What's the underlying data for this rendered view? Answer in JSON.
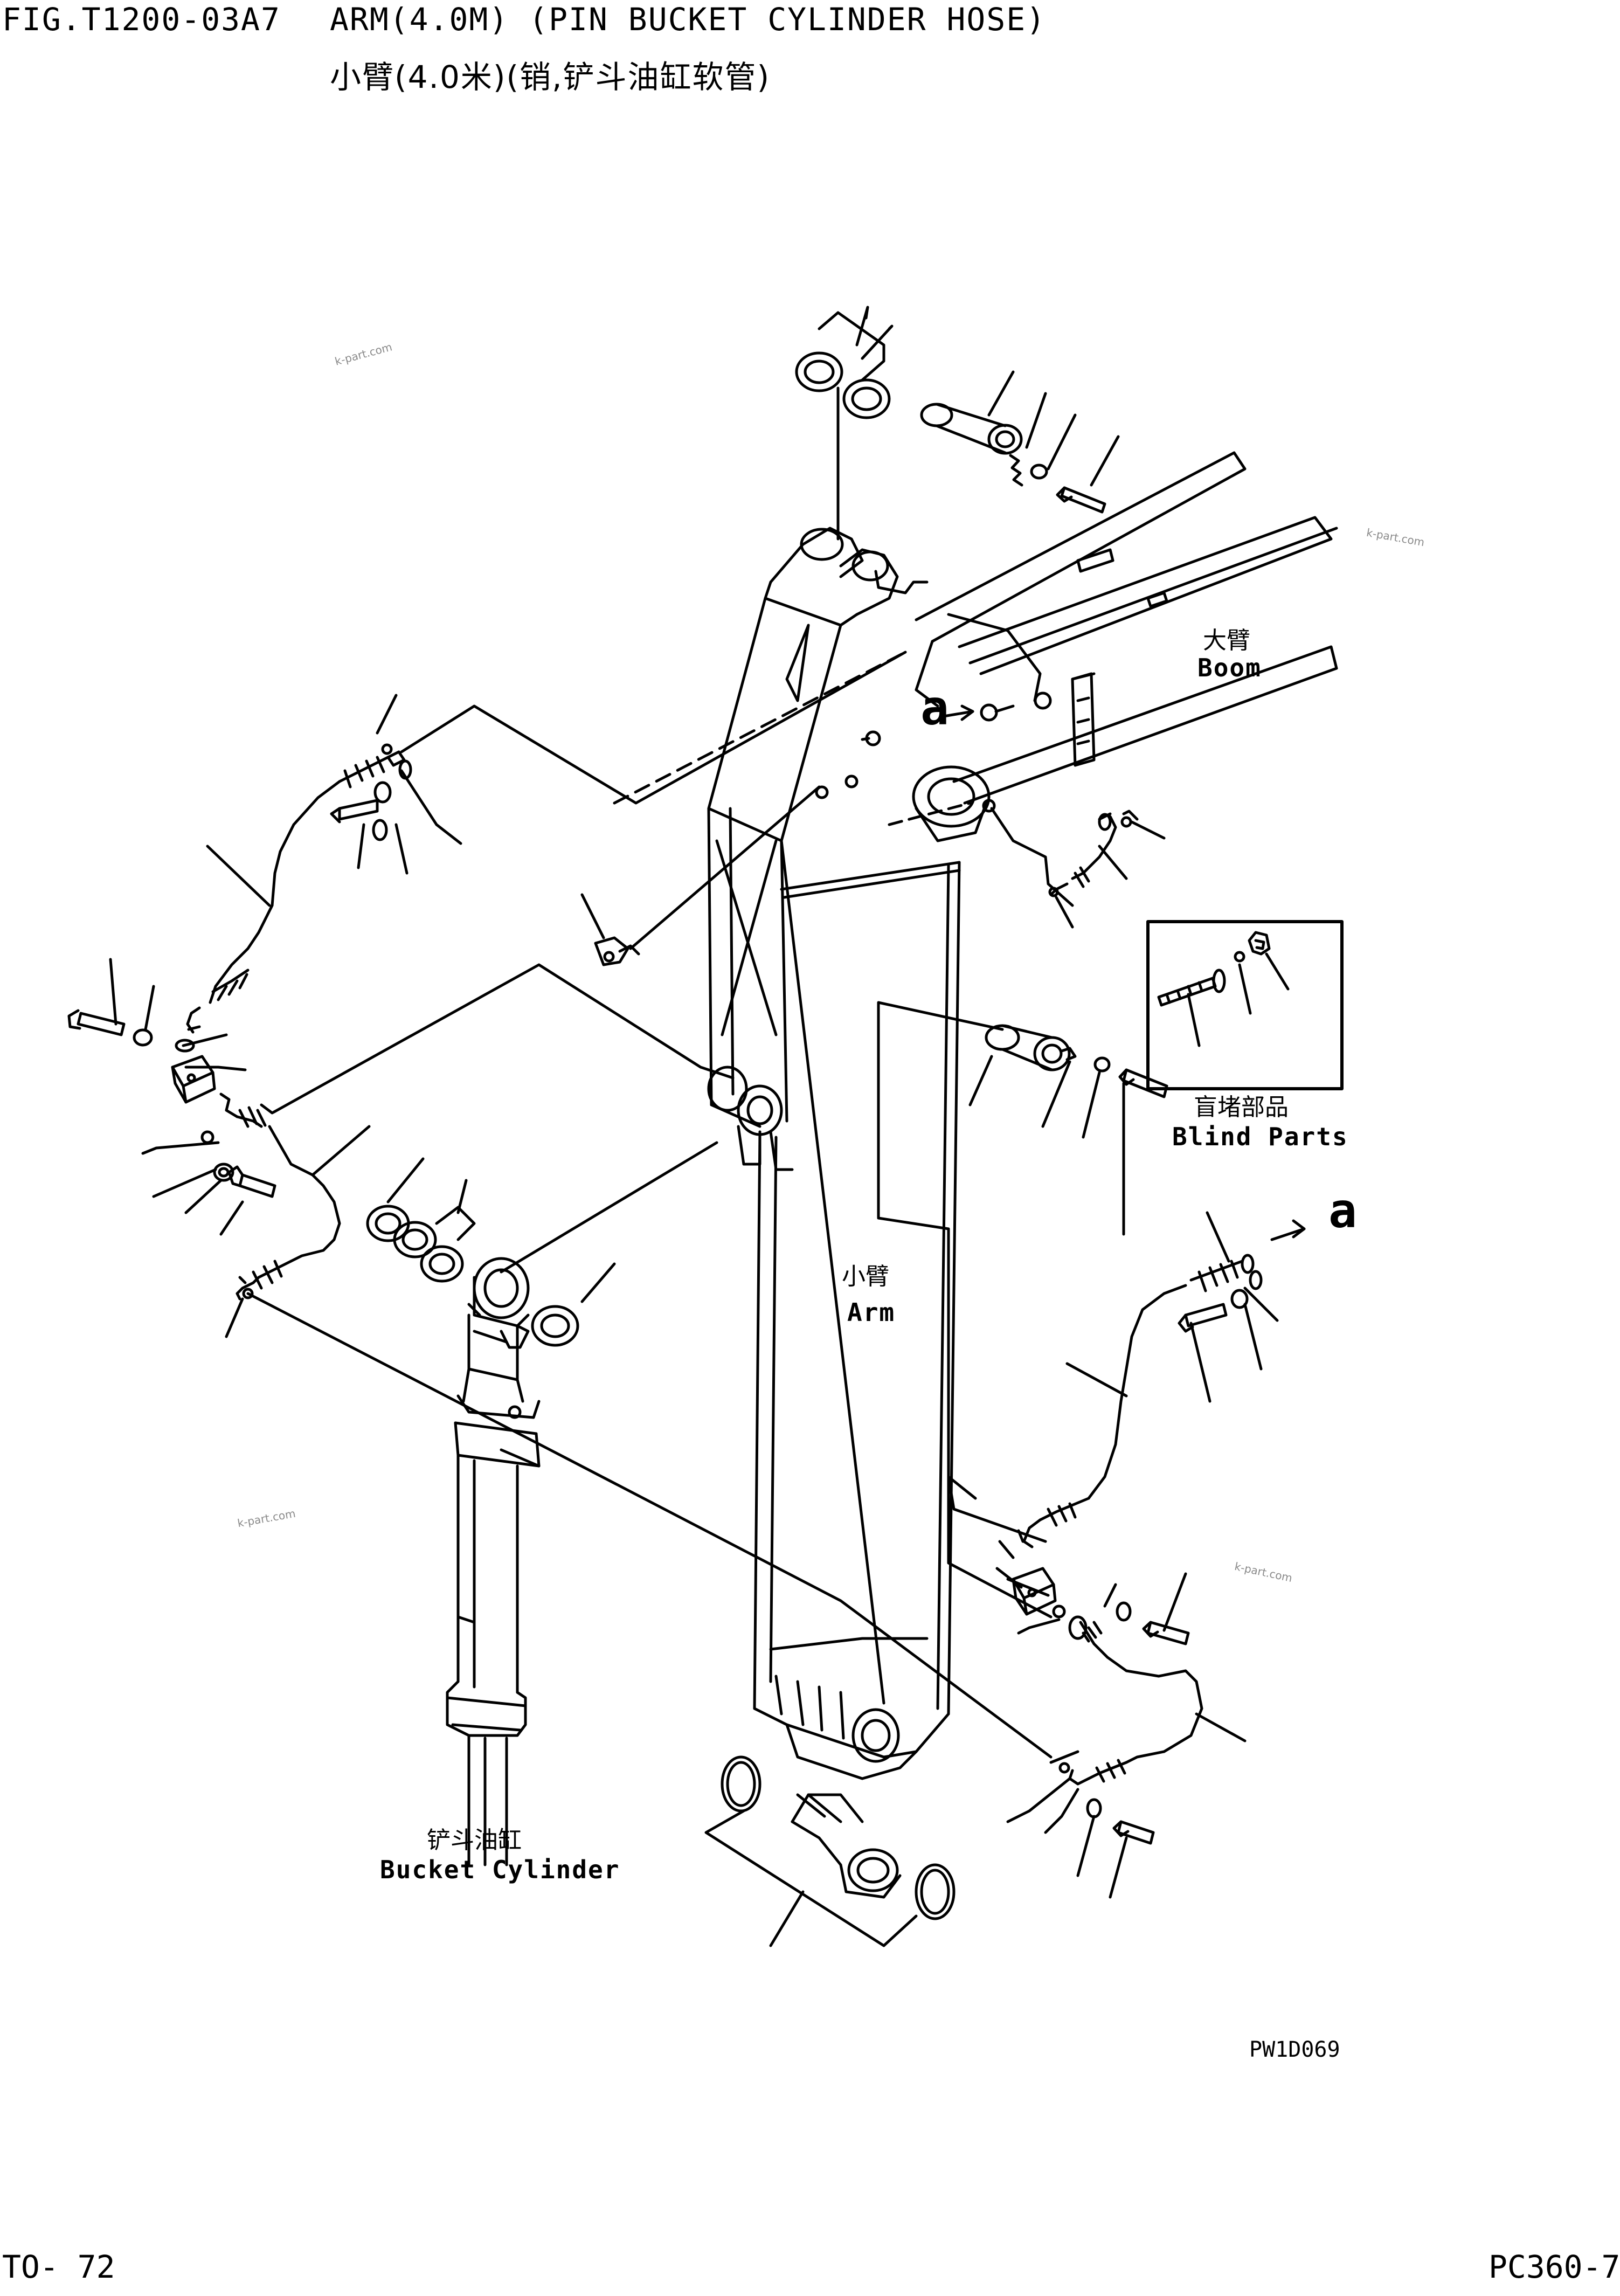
{
  "header": {
    "fig_code": "FIG.T1200-03A7",
    "title_en": "ARM(4.0M) (PIN BUCKET CYLINDER HOSE)",
    "title_cn": "小臂(4.0米)(销,铲斗油缸软管)"
  },
  "labels": {
    "boom_cn": "大臂",
    "boom_en": "Boom",
    "arm_cn": "小臂",
    "arm_en": "Arm",
    "bucket_cylinder_cn": "铲斗油缸",
    "bucket_cylinder_en": "Bucket Cylinder",
    "blind_parts_cn": "盲堵部品",
    "blind_parts_en": "Blind Parts"
  },
  "callouts": {
    "a_top": "a",
    "a_right": "a"
  },
  "watermark": "k-part.com",
  "drawing_code": "PW1D069",
  "footer": {
    "page": "TO-  72",
    "model": "PC360-7"
  },
  "colors": {
    "ink": "#000000",
    "watermark": "#8a8a8a",
    "background": "#ffffff"
  }
}
